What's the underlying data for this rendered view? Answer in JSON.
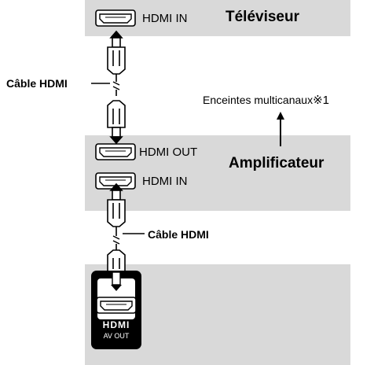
{
  "tv": {
    "title": "Téléviseur",
    "port_in": "HDMI IN"
  },
  "amp": {
    "title": "Amplificateur",
    "port_out": "HDMI OUT",
    "port_in": "HDMI IN"
  },
  "cable_top": {
    "label": "Câble HDMI"
  },
  "cable_bottom": {
    "label": "Câble HDMI"
  },
  "speakers": {
    "label": "Enceintes multicanaux",
    "note_mark": "※1"
  },
  "player": {
    "logo": "HDMI",
    "port": "AV OUT"
  }
}
